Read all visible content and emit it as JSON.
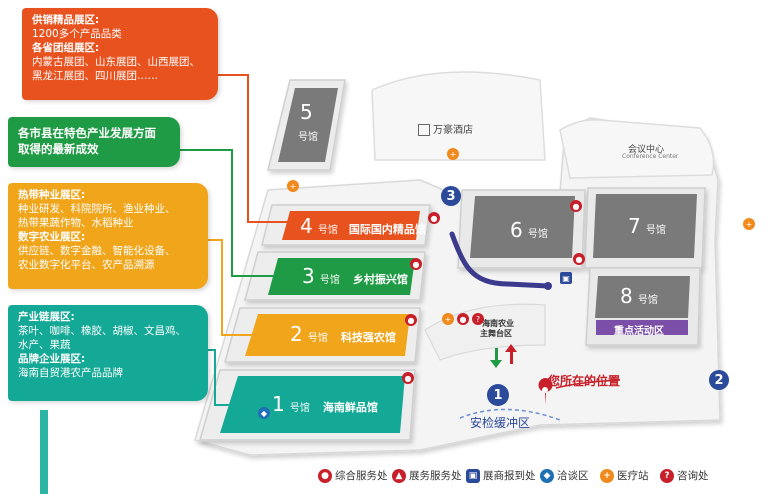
{
  "panels": {
    "a": {
      "h1": "供销精品展区:",
      "t1": "1200多个产品品类",
      "h2": "各省团组展区:",
      "t2": "内蒙古展团、山东展团、山西展团、",
      "t3": "黑龙江展团、四川展团……",
      "color": "#e8521f"
    },
    "b": {
      "t1": "各市县在特色产业发展方面",
      "t2": "取得的最新成效",
      "color": "#1f9a45"
    },
    "c": {
      "h1": "热带种业展区:",
      "t1": "种业研发、科院院所、渔业种业、",
      "t2": "热带果蔬作物、水稻种业",
      "h2": "数字农业展区:",
      "t3": "供应链、数字金融、智能化设备、",
      "t4": "农业数字化平台、农产品溯源",
      "color": "#f1a51b"
    },
    "d": {
      "h1": "产业链展区:",
      "t1": "茶叶、咖啡、橡胶、胡椒、文昌鸡、",
      "t2": "水产、果蔬",
      "h2": "品牌企业展区:",
      "t3": "海南自贸港农产品品牌",
      "color": "#14a896"
    }
  },
  "halls": {
    "h1": {
      "num": "1",
      "suffix": "号馆",
      "name": "海南鲜品馆"
    },
    "h2": {
      "num": "2",
      "suffix": "号馆",
      "name": "科技强农馆"
    },
    "h3": {
      "num": "3",
      "suffix": "号馆",
      "name": "乡村振兴馆"
    },
    "h4": {
      "num": "4",
      "suffix": "号馆",
      "name": "国际国内精品馆"
    },
    "h5": {
      "num": "5",
      "suffix": "号馆"
    },
    "h6": {
      "num": "6",
      "suffix": "号馆"
    },
    "h7": {
      "num": "7",
      "suffix": "号馆"
    },
    "h8": {
      "num": "8",
      "suffix": "号馆"
    }
  },
  "places": {
    "hotel": "万豪酒店",
    "conference": "会议中心",
    "conference_en": "Conference Center",
    "key_activity": "重点活动区",
    "you_are_here": "您所在的位置",
    "buffer_zone": "安检缓冲区",
    "main_stage_1": "海南农业",
    "main_stage_2": "主舞台区"
  },
  "markers": {
    "m1": "1",
    "m2": "2",
    "m3": "3"
  },
  "legend": [
    {
      "label": "综合服务处",
      "icon": "people-icon",
      "color": "#c8202a"
    },
    {
      "label": "展务服务处",
      "icon": "person-icon",
      "color": "#c8202a"
    },
    {
      "label": "展商报到处",
      "icon": "badge-icon",
      "color": "#2c4a9a"
    },
    {
      "label": "洽谈区",
      "icon": "chat-icon",
      "color": "#1f6fb5"
    },
    {
      "label": "医疗站",
      "icon": "medical-icon",
      "color": "#f08a1c"
    },
    {
      "label": "咨询处",
      "icon": "question-icon",
      "color": "#c8202a"
    }
  ],
  "colors": {
    "orange": "#e8521f",
    "green": "#1f9a45",
    "yellow": "#f1a51b",
    "teal": "#14a896",
    "gray_hall": "#7a7a7a",
    "purple": "#7b4fa8",
    "route": "#3b3a8c",
    "pin": "#c8202a"
  }
}
